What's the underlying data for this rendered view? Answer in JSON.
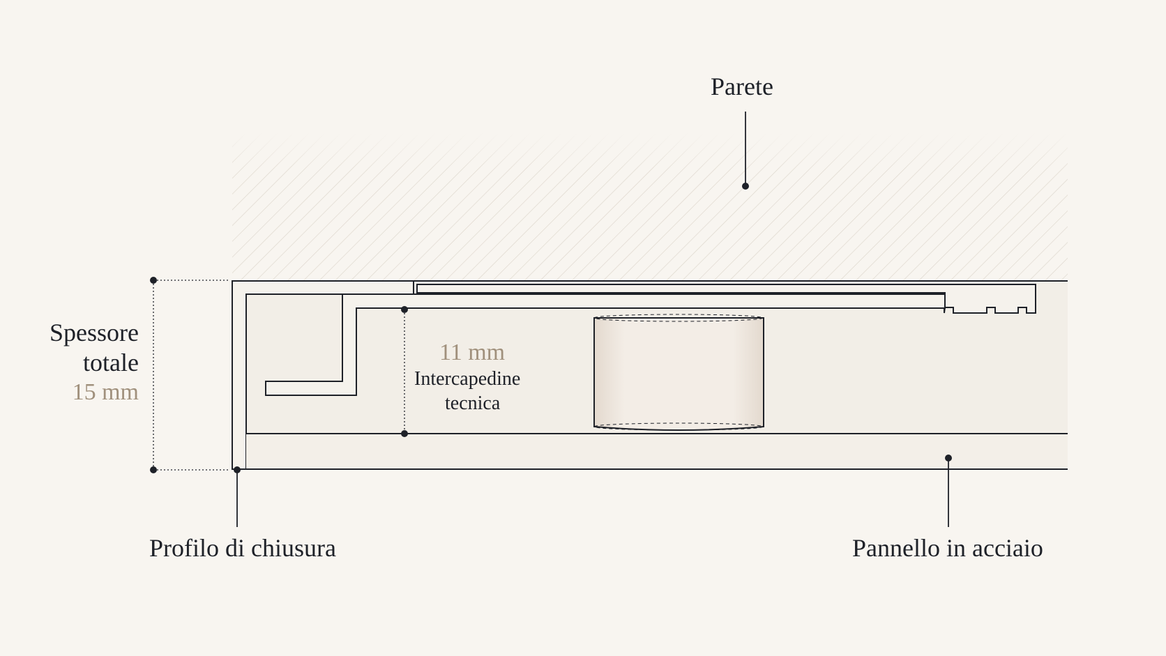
{
  "labels": {
    "wall": "Parete",
    "total_thickness_line1": "Spessore",
    "total_thickness_line2": "totale",
    "total_thickness_value": "15 mm",
    "gap_value": "11 mm",
    "gap_line1": "Intercapedine",
    "gap_line2": "tecnica",
    "closing_profile": "Profilo di chiusura",
    "steel_panel": "Pannello in acciaio"
  },
  "colors": {
    "background": "#f8f5f0",
    "ink": "#1e2128",
    "accent": "#a0907c",
    "panel_fill": "#f1ece4",
    "cylinder_fill": "#efe7de",
    "hatch": "#ddd6cc"
  }
}
